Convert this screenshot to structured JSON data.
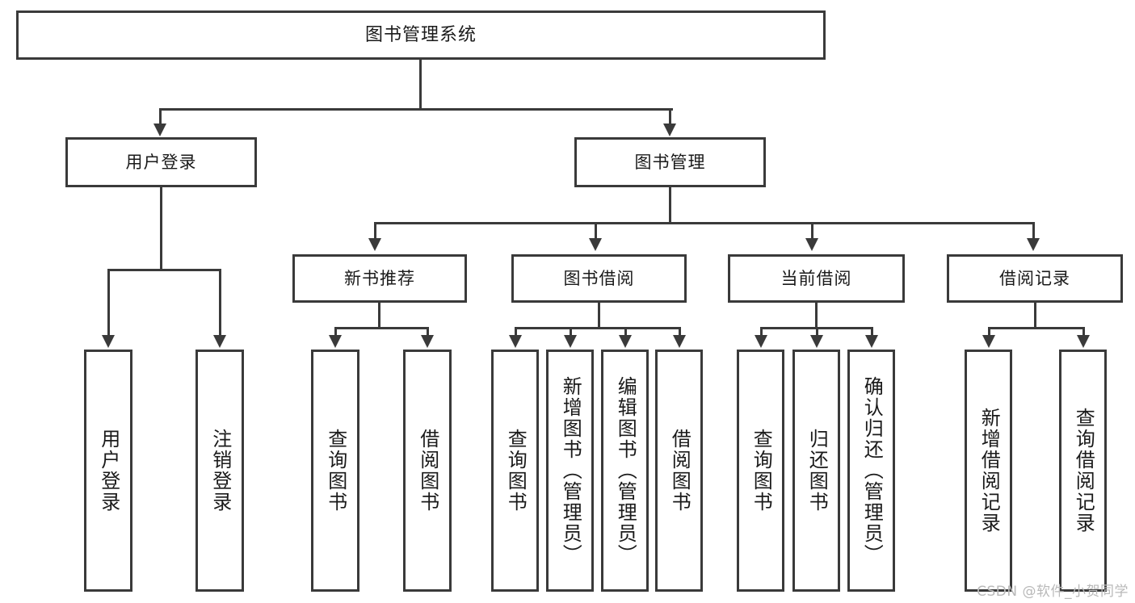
{
  "diagram": {
    "title": "图书管理系统",
    "watermark": "CSDN @软件_小贺同学",
    "line_color": "#3a3a3a",
    "background_color": "#ffffff",
    "text_color": "#1a1a1a",
    "watermark_color": "#b9b9b9"
  },
  "nodes": {
    "root": {
      "label": "图书管理系统",
      "level": 1
    },
    "user_login": {
      "label": "用户登录",
      "level": 2
    },
    "book_manage": {
      "label": "图书管理",
      "level": 2
    },
    "new_book_rec": {
      "label": "新书推荐",
      "level": 3
    },
    "book_borrow": {
      "label": "图书借阅",
      "level": 3
    },
    "current_borrow": {
      "label": "当前借阅",
      "level": 3
    },
    "borrow_record": {
      "label": "借阅记录",
      "level": 3
    },
    "leaf_user_login": {
      "label": "用户登录",
      "level": 4
    },
    "leaf_logout": {
      "label": "注销登录",
      "level": 4
    },
    "leaf_query_book_1": {
      "label": "查询图书",
      "level": 4
    },
    "leaf_borrow_book_1": {
      "label": "借阅图书",
      "level": 4
    },
    "leaf_query_book_2": {
      "label": "查询图书",
      "level": 4
    },
    "leaf_add_book": {
      "label": "新增图书（管理员）",
      "level": 4
    },
    "leaf_edit_book": {
      "label": "编辑图书（管理员）",
      "level": 4
    },
    "leaf_borrow_book_2": {
      "label": "借阅图书",
      "level": 4
    },
    "leaf_query_book_3": {
      "label": "查询图书",
      "level": 4
    },
    "leaf_return_book": {
      "label": "归还图书",
      "level": 4
    },
    "leaf_confirm_return": {
      "label": "确认归还（管理员）",
      "level": 4
    },
    "leaf_add_record": {
      "label": "新增借阅记录",
      "level": 4
    },
    "leaf_query_record": {
      "label": "查询借阅记录",
      "level": 4
    }
  },
  "edges": [
    {
      "from": "root",
      "to": "user_login"
    },
    {
      "from": "root",
      "to": "book_manage"
    },
    {
      "from": "user_login",
      "to": "leaf_user_login"
    },
    {
      "from": "user_login",
      "to": "leaf_logout"
    },
    {
      "from": "book_manage",
      "to": "new_book_rec"
    },
    {
      "from": "book_manage",
      "to": "book_borrow"
    },
    {
      "from": "book_manage",
      "to": "current_borrow"
    },
    {
      "from": "book_manage",
      "to": "borrow_record"
    },
    {
      "from": "new_book_rec",
      "to": "leaf_query_book_1"
    },
    {
      "from": "new_book_rec",
      "to": "leaf_borrow_book_1"
    },
    {
      "from": "book_borrow",
      "to": "leaf_query_book_2"
    },
    {
      "from": "book_borrow",
      "to": "leaf_add_book"
    },
    {
      "from": "book_borrow",
      "to": "leaf_edit_book"
    },
    {
      "from": "book_borrow",
      "to": "leaf_borrow_book_2"
    },
    {
      "from": "current_borrow",
      "to": "leaf_query_book_3"
    },
    {
      "from": "current_borrow",
      "to": "leaf_return_book"
    },
    {
      "from": "current_borrow",
      "to": "leaf_confirm_return"
    },
    {
      "from": "borrow_record",
      "to": "leaf_add_record"
    },
    {
      "from": "borrow_record",
      "to": "leaf_query_record"
    }
  ]
}
